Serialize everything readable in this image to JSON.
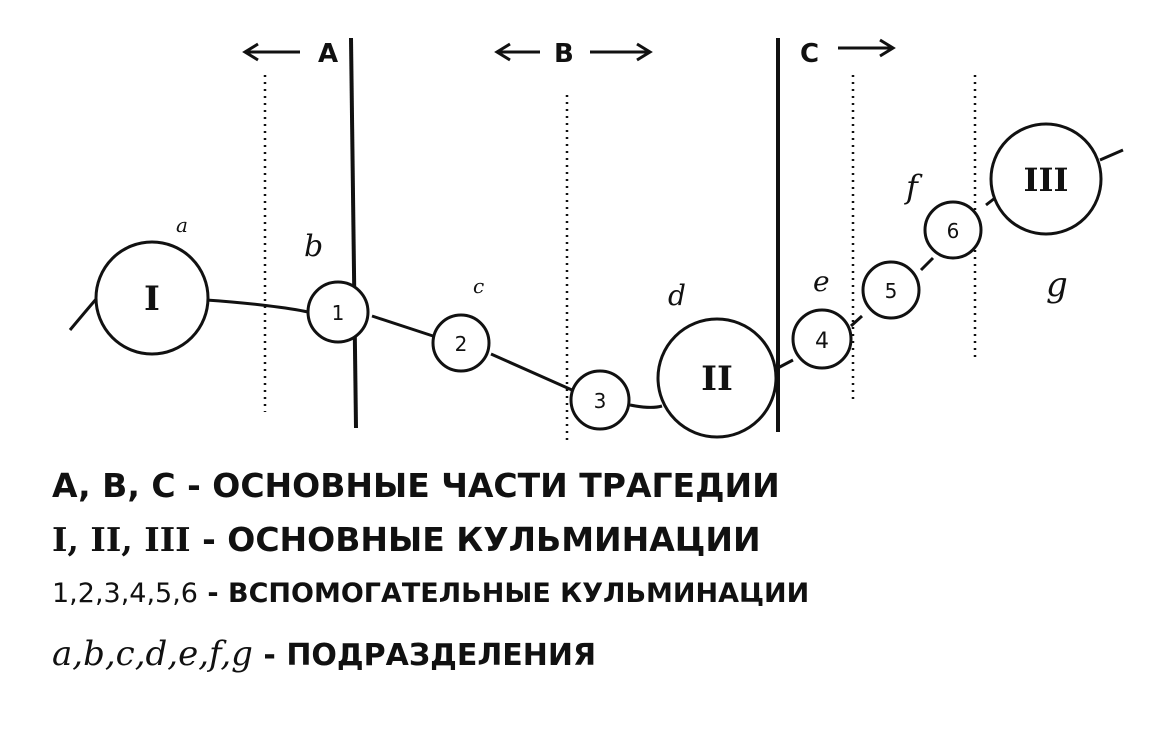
{
  "parts": [
    {
      "label": "A",
      "arrow": "left"
    },
    {
      "label": "B",
      "arrow": "both"
    },
    {
      "label": "C",
      "arrow": "right"
    }
  ],
  "main_culminations": [
    "I",
    "II",
    "III"
  ],
  "aux_culminations": [
    "1",
    "2",
    "3",
    "4",
    "5",
    "6"
  ],
  "subdivisions": [
    "a",
    "b",
    "c",
    "d",
    "e",
    "f",
    "g"
  ],
  "legend": [
    {
      "keys": "A, B, C",
      "dash": "-",
      "text": "ОСНОВНЫЕ ЧАСТИ ТРАГЕДИИ"
    },
    {
      "keys": "I, II, III",
      "dash": "-",
      "text": "ОСНОВНЫЕ КУЛЬМИНАЦИИ"
    },
    {
      "keys": "1,2,3,4,5,6",
      "dash": "-",
      "text": "ВСПОМОГАТЕЛЬНЫЕ КУЛЬМИНАЦИИ"
    },
    {
      "keys": "a,b,c,d,e,f,g",
      "dash": "-",
      "text": "ПОДРАЗДЕЛЕНИЯ"
    }
  ],
  "colors": {
    "ink": "#111111",
    "paper": "#ffffff"
  }
}
